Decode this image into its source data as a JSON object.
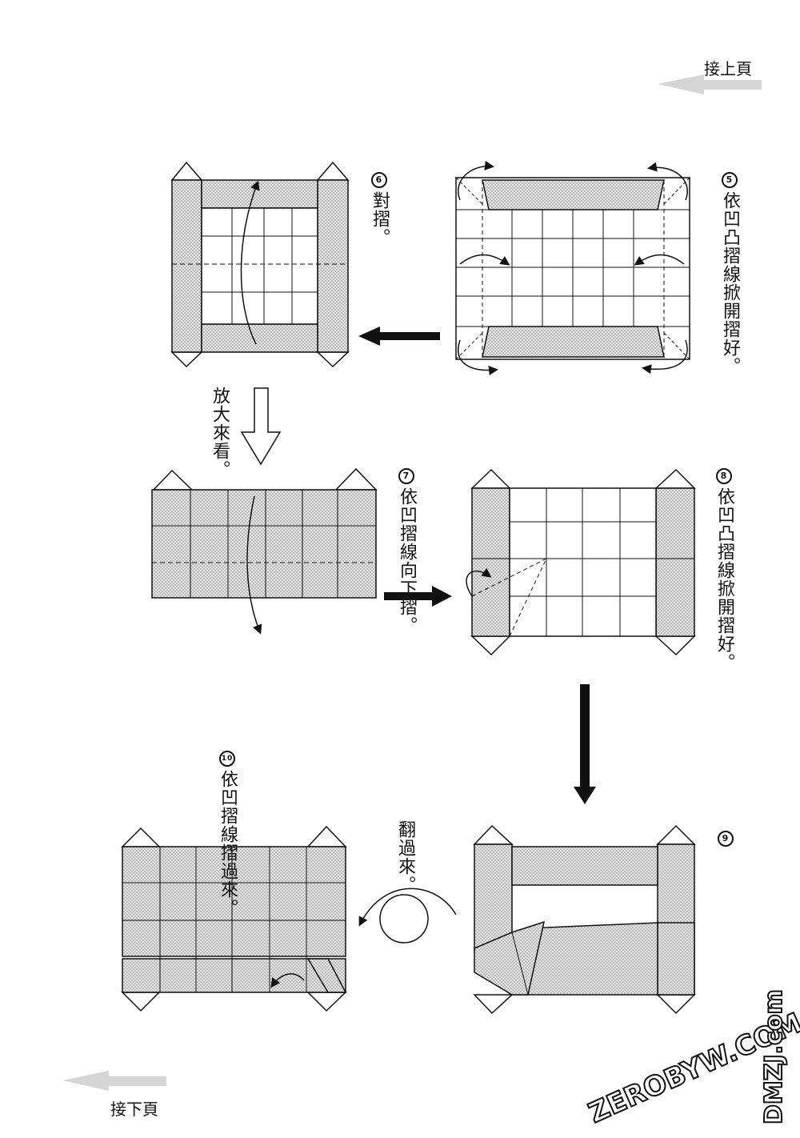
{
  "nav": {
    "prev_page": "接上頁",
    "next_page": "接下頁"
  },
  "steps": [
    {
      "num": "5",
      "text": "依凹凸摺線掀開摺好。"
    },
    {
      "num": "6",
      "text": "對摺。"
    },
    {
      "note": "放大來看。"
    },
    {
      "num": "7",
      "text": "依凹摺線向下摺。"
    },
    {
      "num": "8",
      "text": "依凹凸摺線掀開摺好。"
    },
    {
      "num": "9",
      "text": ""
    },
    {
      "note": "翻過來。"
    },
    {
      "num": "10",
      "text": "依凹摺線摺過來。"
    }
  ],
  "watermark": {
    "main": "ZEROBYW.COM",
    "side": "DMZJ.com"
  },
  "colors": {
    "shade": "#cfcfcf",
    "line": "#111111",
    "nav_arrow": "#d5d5d5"
  }
}
